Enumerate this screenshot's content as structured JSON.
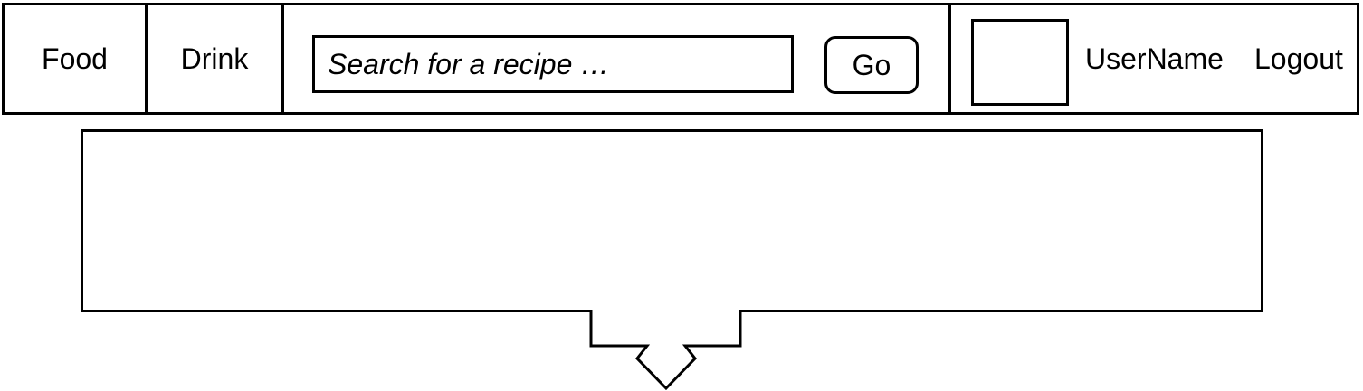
{
  "navbar": {
    "food_label": "Food",
    "drink_label": "Drink",
    "search": {
      "placeholder": "Search for a recipe …",
      "go_label": "Go"
    },
    "user": {
      "username": "UserName",
      "logout_label": "Logout"
    }
  },
  "icons": {
    "scroll_down": "down-arrow-icon"
  }
}
